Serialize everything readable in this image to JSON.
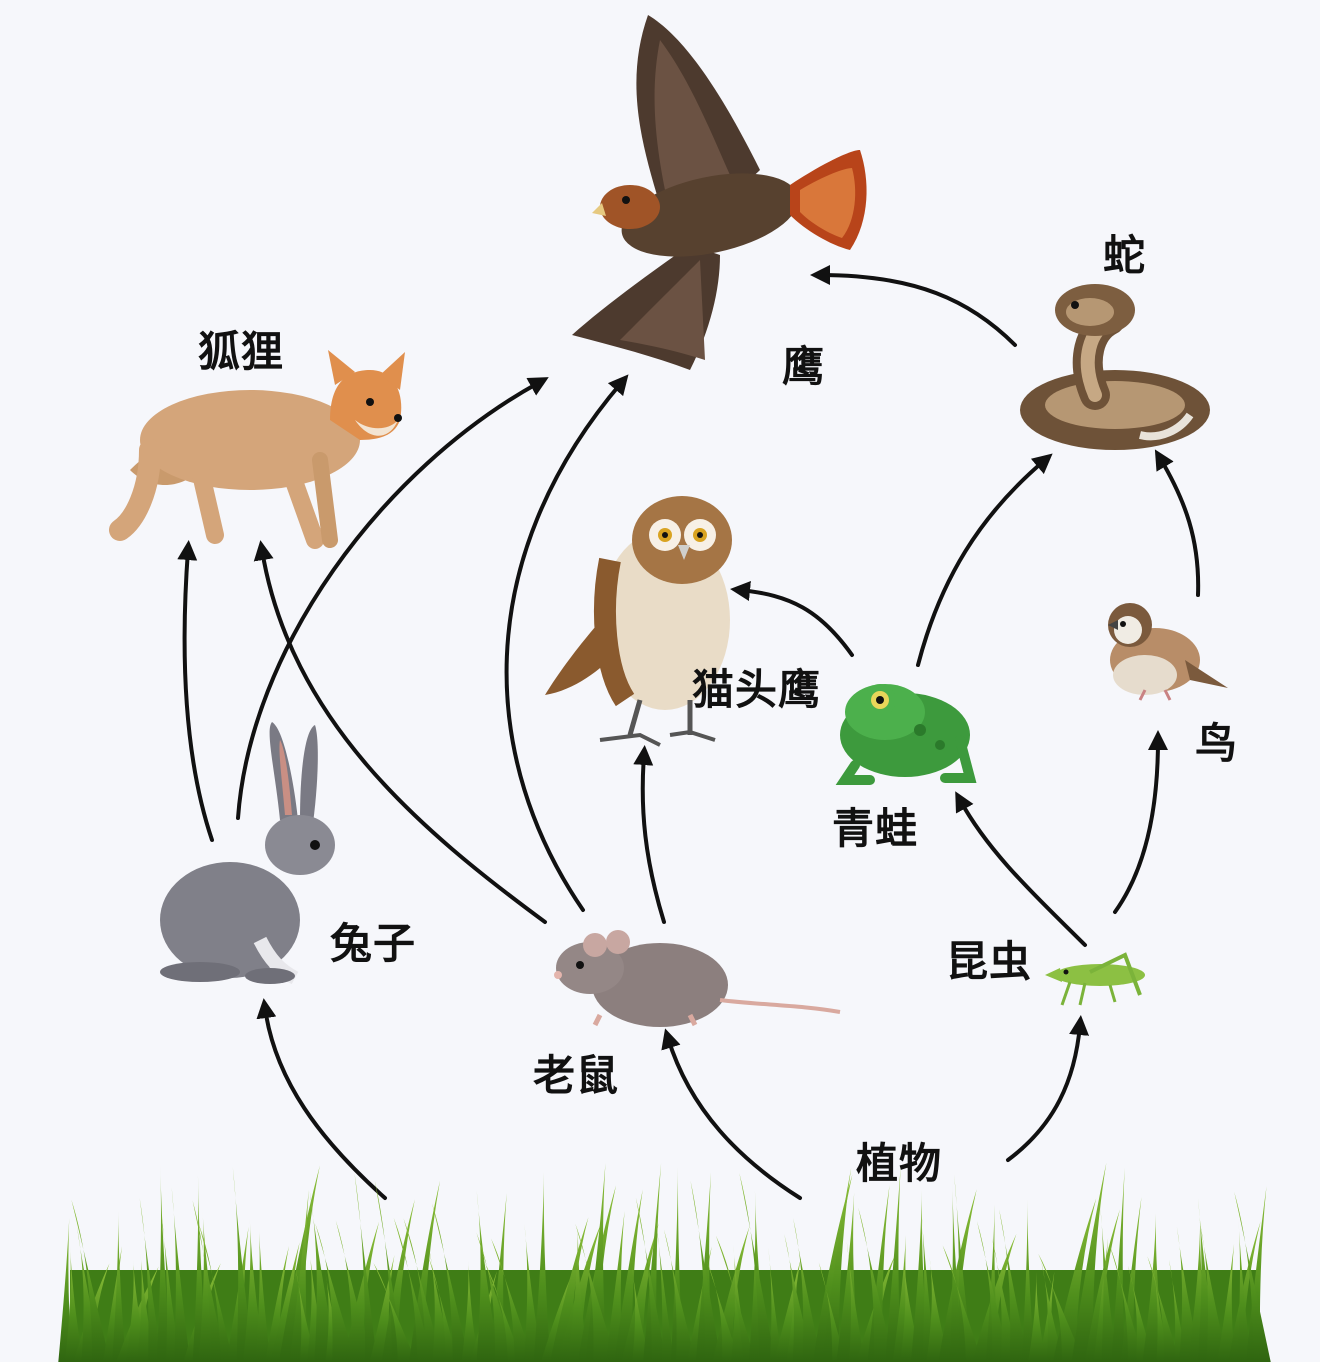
{
  "labels": {
    "eagle": "鹰",
    "snake": "蛇",
    "fox": "狐狸",
    "owl": "猫头鹰",
    "frog": "青蛙",
    "bird": "鸟",
    "rabbit": "兔子",
    "insect": "昆虫",
    "mouse": "老鼠",
    "plant": "植物"
  },
  "colors": {
    "arrow": "#111111",
    "grass": "#4f8f1c",
    "background": "#f6f7fb"
  }
}
